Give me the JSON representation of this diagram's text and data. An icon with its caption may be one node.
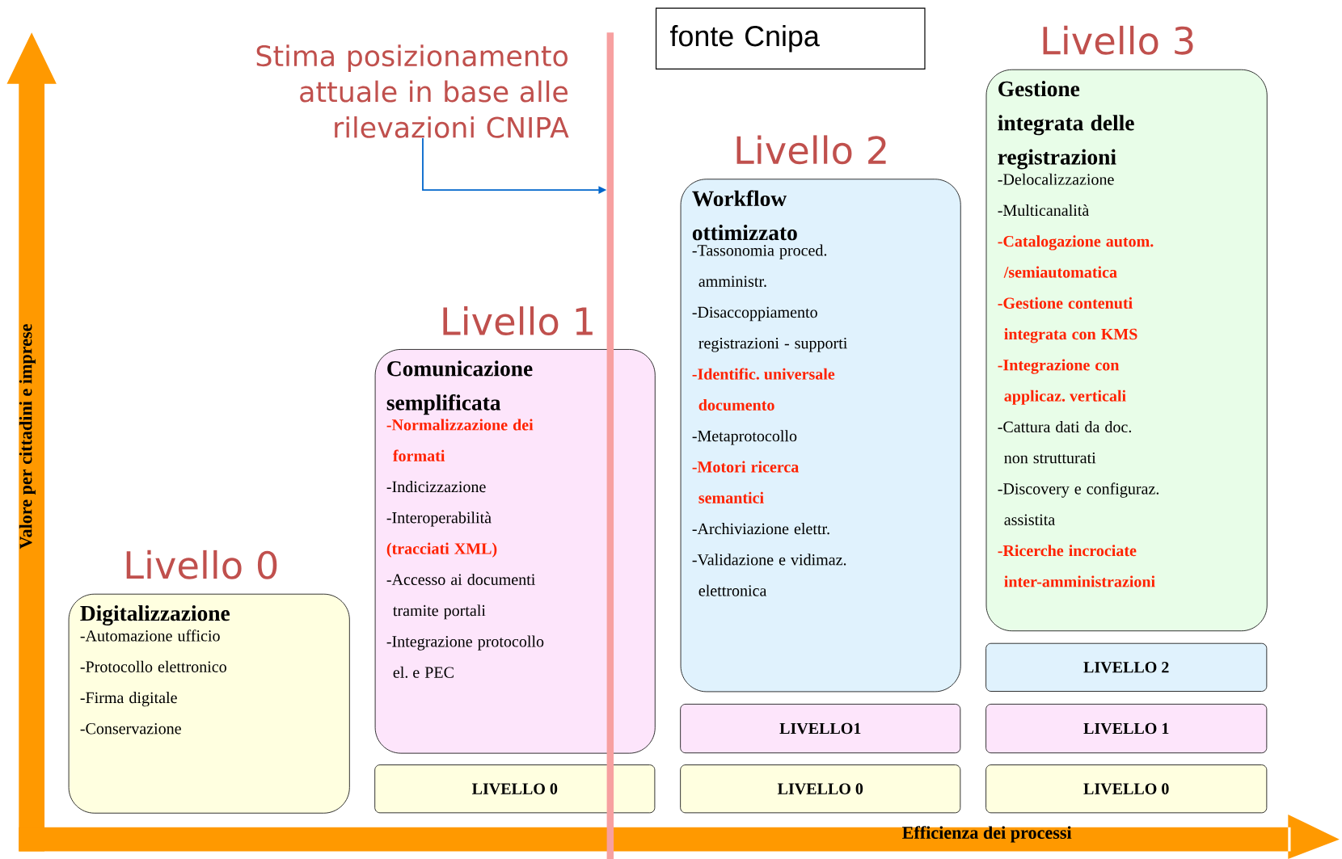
{
  "diagram": {
    "nodes": [
      {
        "text": [
          "Livello 0",
          "Digitalizzazione",
          "-Automazione ufficio",
          "-Protocollo elettronico",
          "-Firma digitale",
          "-Conservazione"
        ]
      },
      {
        "text": [
          "Livello 1",
          "Comunicazione semplificata",
          "-Normalizzazione dei formati",
          "-Indicizzazione",
          "-Interoperabilità",
          "(tracciati XML)",
          "-Accesso ai documenti tramite portali",
          "-Integrazione protocollo el. e PEC"
        ]
      },
      {
        "text": [
          "LIVELLO 0"
        ]
      },
      {
        "text": [
          "Livello 2",
          "Workflow ottimizzato",
          "-Tassonomia proced. amministr.",
          "-Disaccoppiamento registrazioni - supporti",
          "-Identific. universale documento",
          "-Metaprotocollo",
          "-Motori ricerca semantici",
          "-Archiviazione elettr.",
          "-Validazione e vidimaz. elettronica"
        ]
      },
      {
        "text": [
          "LIVELLO1"
        ]
      },
      {
        "text": [
          "LIVELLO 0"
        ]
      },
      {
        "text": [
          "Livello 3",
          "Gestione integrata delle registrazioni",
          "-Delocalizzazione",
          "-Multicanalità",
          "-Catalogazione autom. /semiautomatica",
          "-Gestione contenuti integrata con KMS",
          "-Integrazione con applicaz. verticali",
          "-Cattura dati da doc. non strutturati",
          "-Discovery e configuraz. assistita",
          "-Ricerche incrociate inter-amministrazioni"
        ]
      },
      {
        "text": [
          "LIVELLO 2"
        ]
      },
      {
        "text": [
          "LIVELLO 1"
        ]
      },
      {
        "text": [
          "LIVELLO 0"
        ]
      },
      {
        "text": [
          "Stima posizionamento attuale in base alle rilevazioni CNIPA"
        ]
      },
      {
        "text": [],
        "shape": "bar"
      },
      {
        "text": [
          "fonte Cnipa"
        ]
      }
    ],
    "edges": [
      {
        "from": 10,
        "to": 11,
        "arrow": "to"
      }
    ],
    "labels": [
      "Valore per cittadini e imprese",
      "Efficienza dei processi"
    ]
  }
}
